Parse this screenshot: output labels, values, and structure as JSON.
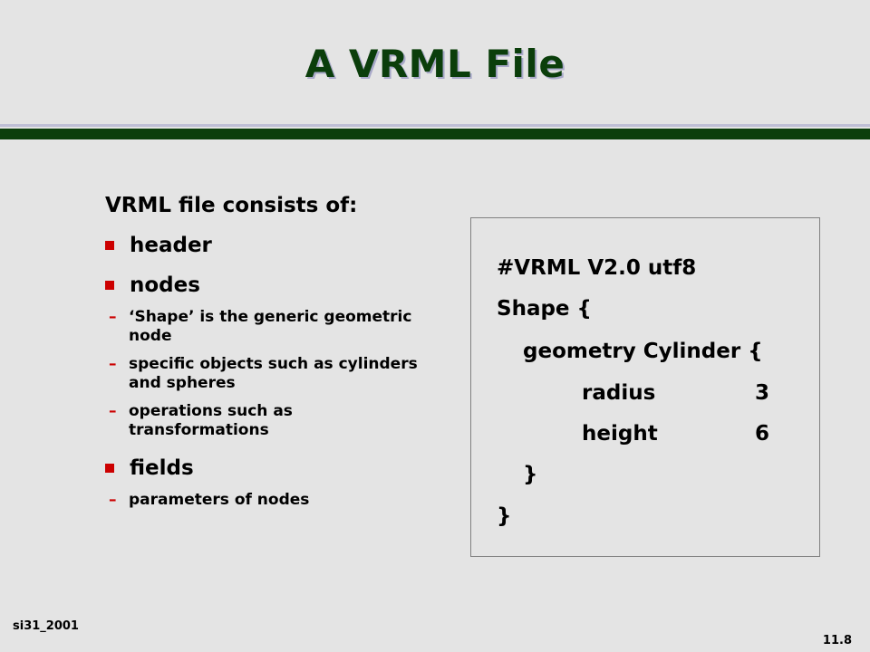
{
  "title": "A VRML File",
  "content": {
    "intro": "VRML file consists of:",
    "items": [
      {
        "label": "header",
        "subitems": []
      },
      {
        "label": "nodes",
        "subitems": [
          "‘Shape’ is the generic geometric node",
          "specific objects such as cylinders and spheres",
          "operations such as transformations"
        ]
      },
      {
        "label": "fields",
        "subitems": [
          "parameters of nodes"
        ]
      }
    ],
    "dash": "–"
  },
  "code": {
    "line1": "#VRML V2.0 utf8",
    "line2": "Shape {",
    "line3": "geometry Cylinder {",
    "radius_label": "radius",
    "radius_value": "3",
    "height_label": "height",
    "height_value": "6",
    "close_inner": "}",
    "close_outer": "}"
  },
  "footer": {
    "left": "si31_2001",
    "right": "11.8"
  },
  "colors": {
    "title": "#0b3e0b",
    "rule": "#0c3f0c",
    "bullet": "#cc0000",
    "background": "#e4e4e4"
  }
}
